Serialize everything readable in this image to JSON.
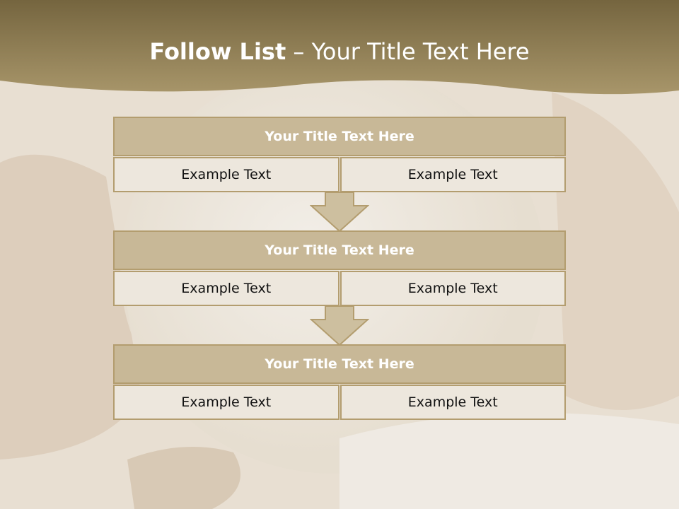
{
  "colors": {
    "header_band": "#9c8a5e",
    "header_band_dark": "#75653f",
    "title_box": "#c8b897",
    "cell_box": "#ede7dd",
    "border": "#b39d6f",
    "arrow_fill": "#cdbf9f"
  },
  "header": {
    "title_bold": "Follow List",
    "title_rest": " – Your Title Text Here"
  },
  "blocks": [
    {
      "title": "Your Title Text Here",
      "left": "Example Text",
      "right": "Example Text"
    },
    {
      "title": "Your Title Text Here",
      "left": "Example Text",
      "right": "Example Text"
    },
    {
      "title": "Your Title Text Here",
      "left": "Example Text",
      "right": "Example Text"
    }
  ],
  "arrows": [
    {
      "icon": "down-arrow-icon"
    },
    {
      "icon": "down-arrow-icon"
    }
  ]
}
